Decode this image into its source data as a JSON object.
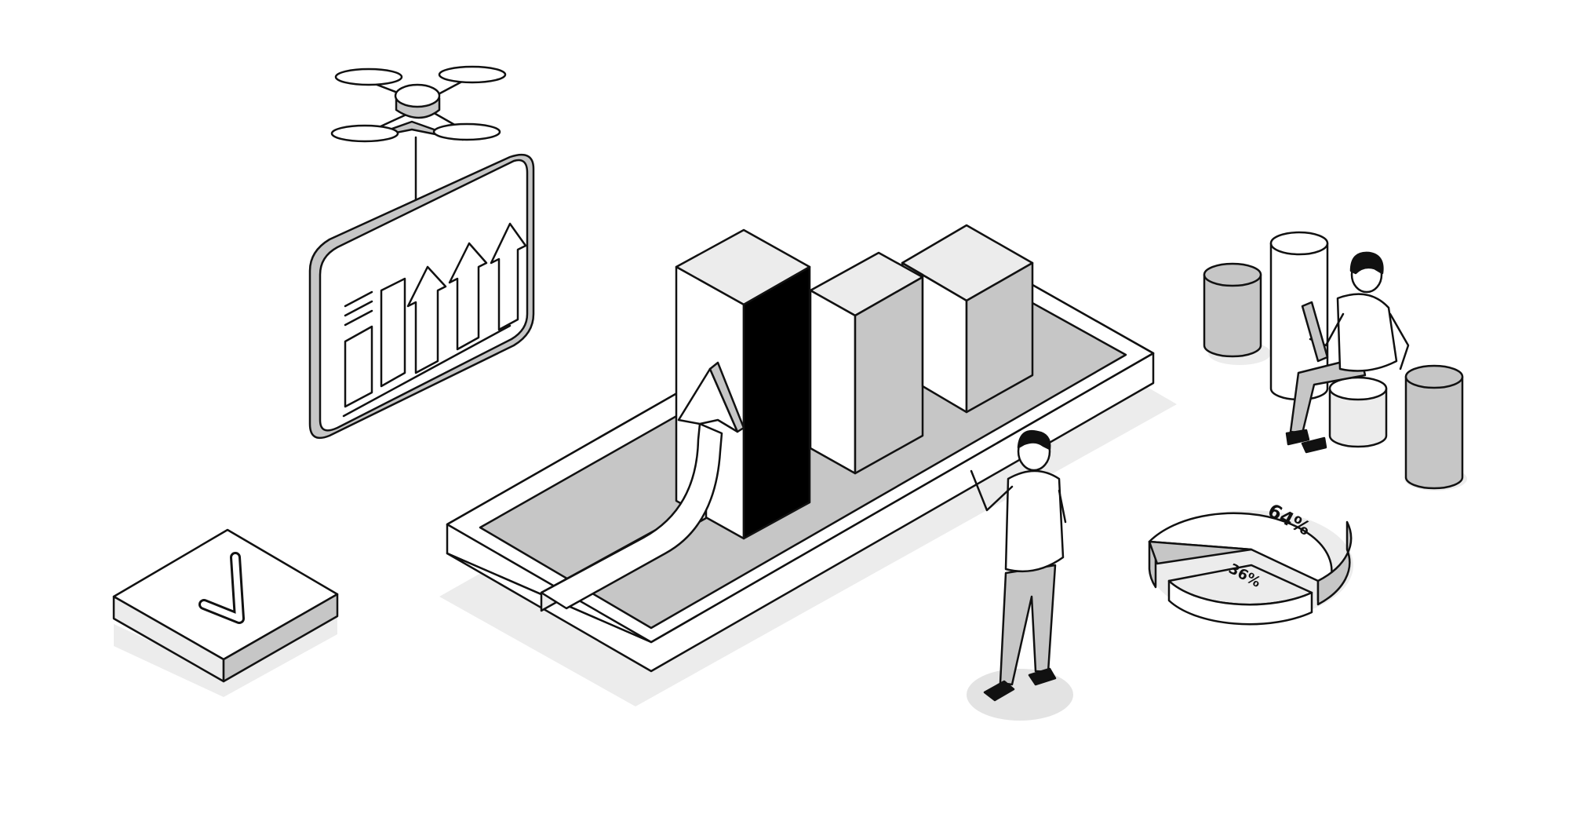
{
  "pie": {
    "large_label": "64%",
    "small_label": "36%",
    "large_value": 64,
    "small_value": 36
  },
  "colors": {
    "ink": "#111111",
    "light": "#e9e9e9",
    "mid": "#c6c6c6",
    "dark": "#000000",
    "shadow": "#ececec"
  },
  "icons": [
    "drone-icon",
    "checkmark-icon",
    "up-arrow-icon",
    "bar-chart-icon"
  ]
}
